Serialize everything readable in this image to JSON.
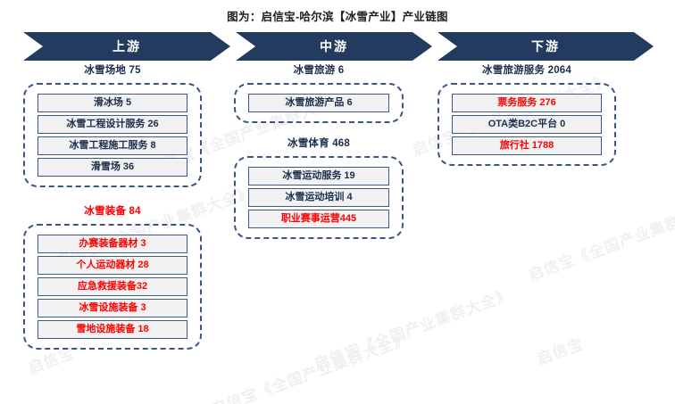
{
  "title": "图为：启信宝-哈尔滨【冰雪产业】产业链图",
  "watermark": {
    "text": "启信宝《全国产业集群大全》",
    "short": "启信宝"
  },
  "colors": {
    "navy": "#243b60",
    "border_blue": "#3f5a86",
    "dashed_blue": "#3d5584",
    "node_fill": "#f1f1f1",
    "highlight_red": "#ff0000",
    "background": "#ffffff"
  },
  "stages": [
    {
      "key": "upstream",
      "label": "上游"
    },
    {
      "key": "midstream",
      "label": "中游"
    },
    {
      "key": "downstream",
      "label": "下游"
    }
  ],
  "upstream": {
    "groups": [
      {
        "label": "冰雪场地 75",
        "label_red": false,
        "nodes": [
          {
            "label": "滑冰场 5",
            "red": false
          },
          {
            "label": "冰雪工程设计服务 26",
            "red": false
          },
          {
            "label": "冰雪工程施工服务 8",
            "red": false
          },
          {
            "label": "滑雪场 36",
            "red": false
          }
        ]
      },
      {
        "label": "冰雪装备 84",
        "label_red": true,
        "nodes": [
          {
            "label": "办赛装备器材 3",
            "red": true
          },
          {
            "label": "个人运动器材 28",
            "red": true
          },
          {
            "label": "应急救援装备32",
            "red": true
          },
          {
            "label": "冰雪设施装备 3",
            "red": true
          },
          {
            "label": "雪地设施装备 18",
            "red": true
          }
        ]
      }
    ]
  },
  "midstream": {
    "groups": [
      {
        "label": "冰雪旅游 6",
        "label_red": false,
        "nodes": [
          {
            "label": "冰雪旅游产品 6",
            "red": false
          }
        ]
      },
      {
        "label": "冰雪体育 468",
        "label_red": false,
        "nodes": [
          {
            "label": "冰雪运动服务 19",
            "red": false
          },
          {
            "label": "冰雪运动培训 4",
            "red": false
          },
          {
            "label": "职业赛事运营445",
            "red": true
          }
        ]
      }
    ]
  },
  "downstream": {
    "groups": [
      {
        "label": "冰雪旅游服务 2064",
        "label_red": false,
        "nodes": [
          {
            "label": "票务服务 276",
            "red": true
          },
          {
            "label": "OTA类B2C平台 0",
            "red": false
          },
          {
            "label": "旅行社 1788",
            "red": true
          }
        ]
      }
    ]
  }
}
